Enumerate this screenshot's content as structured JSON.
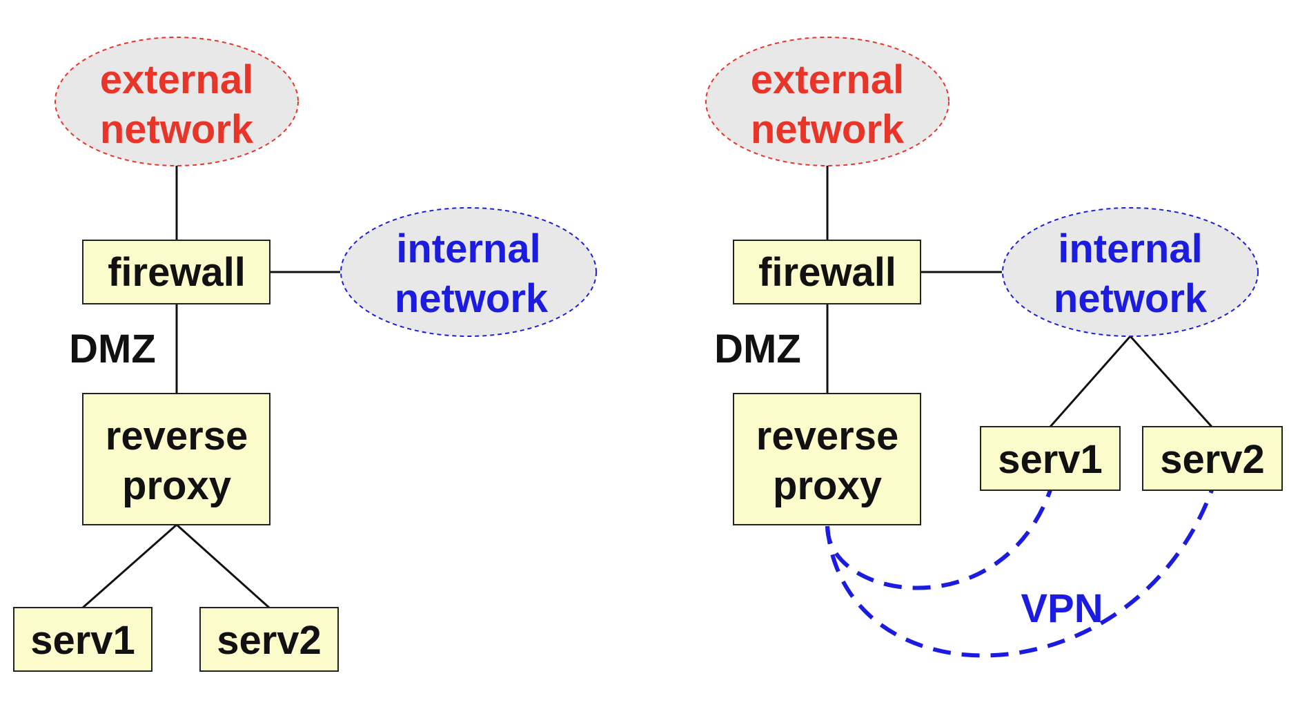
{
  "left_diagram": {
    "external_network": [
      "external",
      "network"
    ],
    "internal_network": [
      "internal",
      "network"
    ],
    "firewall": "firewall",
    "dmz": "DMZ",
    "reverse_proxy": [
      "reverse",
      "proxy"
    ],
    "serv1": "serv1",
    "serv2": "serv2"
  },
  "right_diagram": {
    "external_network": [
      "external",
      "network"
    ],
    "internal_network": [
      "internal",
      "network"
    ],
    "firewall": "firewall",
    "dmz": "DMZ",
    "reverse_proxy": [
      "reverse",
      "proxy"
    ],
    "serv1": "serv1",
    "serv2": "serv2",
    "vpn": "VPN"
  },
  "colors": {
    "external": "#e8352a",
    "internal": "#1c1ce0",
    "box_fill": "#fbfbcc",
    "cloud_fill": "#e8e8e8"
  }
}
